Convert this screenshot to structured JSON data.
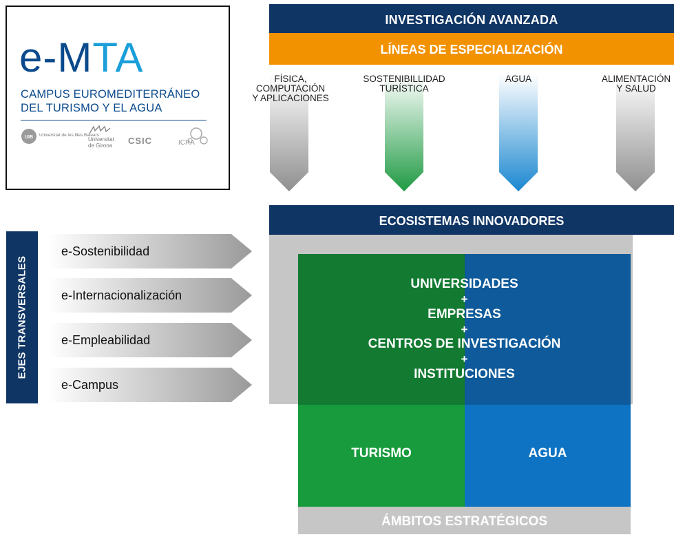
{
  "logo": {
    "title_prefix": "e-M",
    "title_suffix": "TA",
    "subtitle_line1": "CAMPUS EUROMEDITERRÁNEO",
    "subtitle_line2": "DEL TURISMO Y EL AGUA",
    "partners": [
      "Universitat de les Illes Balears",
      "Universitat de Girona",
      "CSIC",
      "ICRA"
    ]
  },
  "header": {
    "advanced_research": "INVESTIGACIÓN AVANZADA",
    "specialization_lines": "LÍNEAS DE ESPECIALIZACIÓN"
  },
  "specialization_columns": [
    {
      "line1": "FÍSICA,",
      "line2": "COMPUTACIÓN",
      "line3": "Y APLICACIONES",
      "color": "#8f8f8f"
    },
    {
      "line1": "SOSTENIBILLIDAD",
      "line2": "TURÍSTICA",
      "line3": "",
      "color": "#1f9a43"
    },
    {
      "line1": "AGUA",
      "line2": "",
      "line3": "",
      "color": "#1a87d0"
    },
    {
      "line1": "ALIMENTACIÓN",
      "line2": "Y SALUD",
      "line3": "",
      "color": "#8f8f8f"
    }
  ],
  "ecosystems": {
    "header": "ECOSISTEMAS INNOVADORES",
    "line1": "UNIVERSIDADES",
    "plus": "+",
    "line2": "EMPRESAS",
    "line3": "CENTROS DE INVESTIGACIÓN",
    "line4": "INSTITUCIONES"
  },
  "scopes": {
    "left": "TURISMO",
    "right": "AGUA",
    "footer": "ÁMBITOS ESTRATÉGICOS"
  },
  "transversal": {
    "title": "EJES TRANSVERSALES",
    "items": [
      "e-Sostenibilidad",
      "e-Internacionalización",
      "e-Empleabilidad",
      "e-Campus"
    ]
  },
  "colors": {
    "navy": "#0f3564",
    "orange": "#f39200",
    "grey": "#c6c6c6",
    "dark_green": "#137a32",
    "green": "#179b3c",
    "dark_blue": "#0e5a9a",
    "blue": "#0e73c2"
  }
}
